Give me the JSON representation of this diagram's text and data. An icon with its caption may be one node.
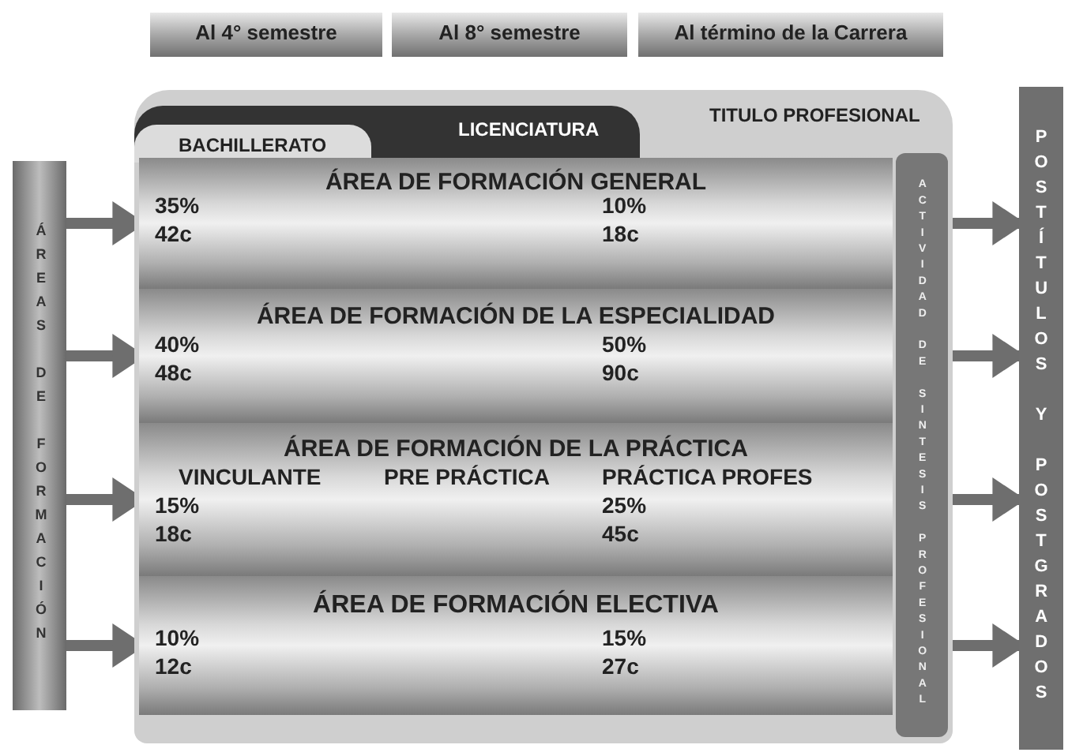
{
  "diagram": {
    "nodes": [
      {
        "text": [
          "Al  4° semestre"
        ]
      },
      {
        "text": [
          "Al  8° semestre"
        ]
      },
      {
        "text": [
          "Al término de la Carrera"
        ]
      },
      {
        "text": [
          "TITULO PROFESIONAL"
        ]
      },
      {
        "text": [
          "LICENCIATURA"
        ],
        "in": 3
      },
      {
        "text": [
          "BACHILLERATO"
        ],
        "in": 4
      },
      {
        "text": [
          "ÁREAS DE FORMACIÓN"
        ]
      },
      {
        "text": [
          "ÁREA DE FORMACIÓN GENERAL",
          "35%",
          "42c",
          "10%",
          "18c"
        ],
        "in": 3
      },
      {
        "text": [
          "ÁREA DE FORMACIÓN DE LA ESPECIALIDAD",
          "40%",
          "48c",
          "50%",
          "90c"
        ],
        "in": 3
      },
      {
        "text": [
          "ÁREA DE FORMACIÓN DE LA PRÁCTICA",
          "VINCULANTE",
          "PRE PRÁCTICA",
          "PRÁCTICA PROFES",
          "15%",
          "18c",
          "25%",
          "45c"
        ],
        "in": 3
      },
      {
        "text": [
          "ÁREA DE FORMACIÓN ELECTIVA",
          "10%",
          "12c",
          "15%",
          "27c"
        ],
        "in": 3
      },
      {
        "text": [
          "ACTIVIDAD DE SINTESIS PROFESIONAL"
        ],
        "in": 3
      },
      {
        "text": [
          "POSTÍTULOS Y POSTGRADOS"
        ]
      }
    ],
    "edges": [
      {
        "from": 6,
        "to": 7,
        "arrow": "to"
      },
      {
        "from": 6,
        "to": 8,
        "arrow": "to"
      },
      {
        "from": 6,
        "to": 9,
        "arrow": "to"
      },
      {
        "from": 6,
        "to": 10,
        "arrow": "to"
      },
      {
        "from": 11,
        "to": 12,
        "arrow": "to"
      },
      {
        "from": 11,
        "to": 12,
        "arrow": "to"
      },
      {
        "from": 11,
        "to": 12,
        "arrow": "to"
      },
      {
        "from": 11,
        "to": 12,
        "arrow": "to"
      }
    ]
  }
}
